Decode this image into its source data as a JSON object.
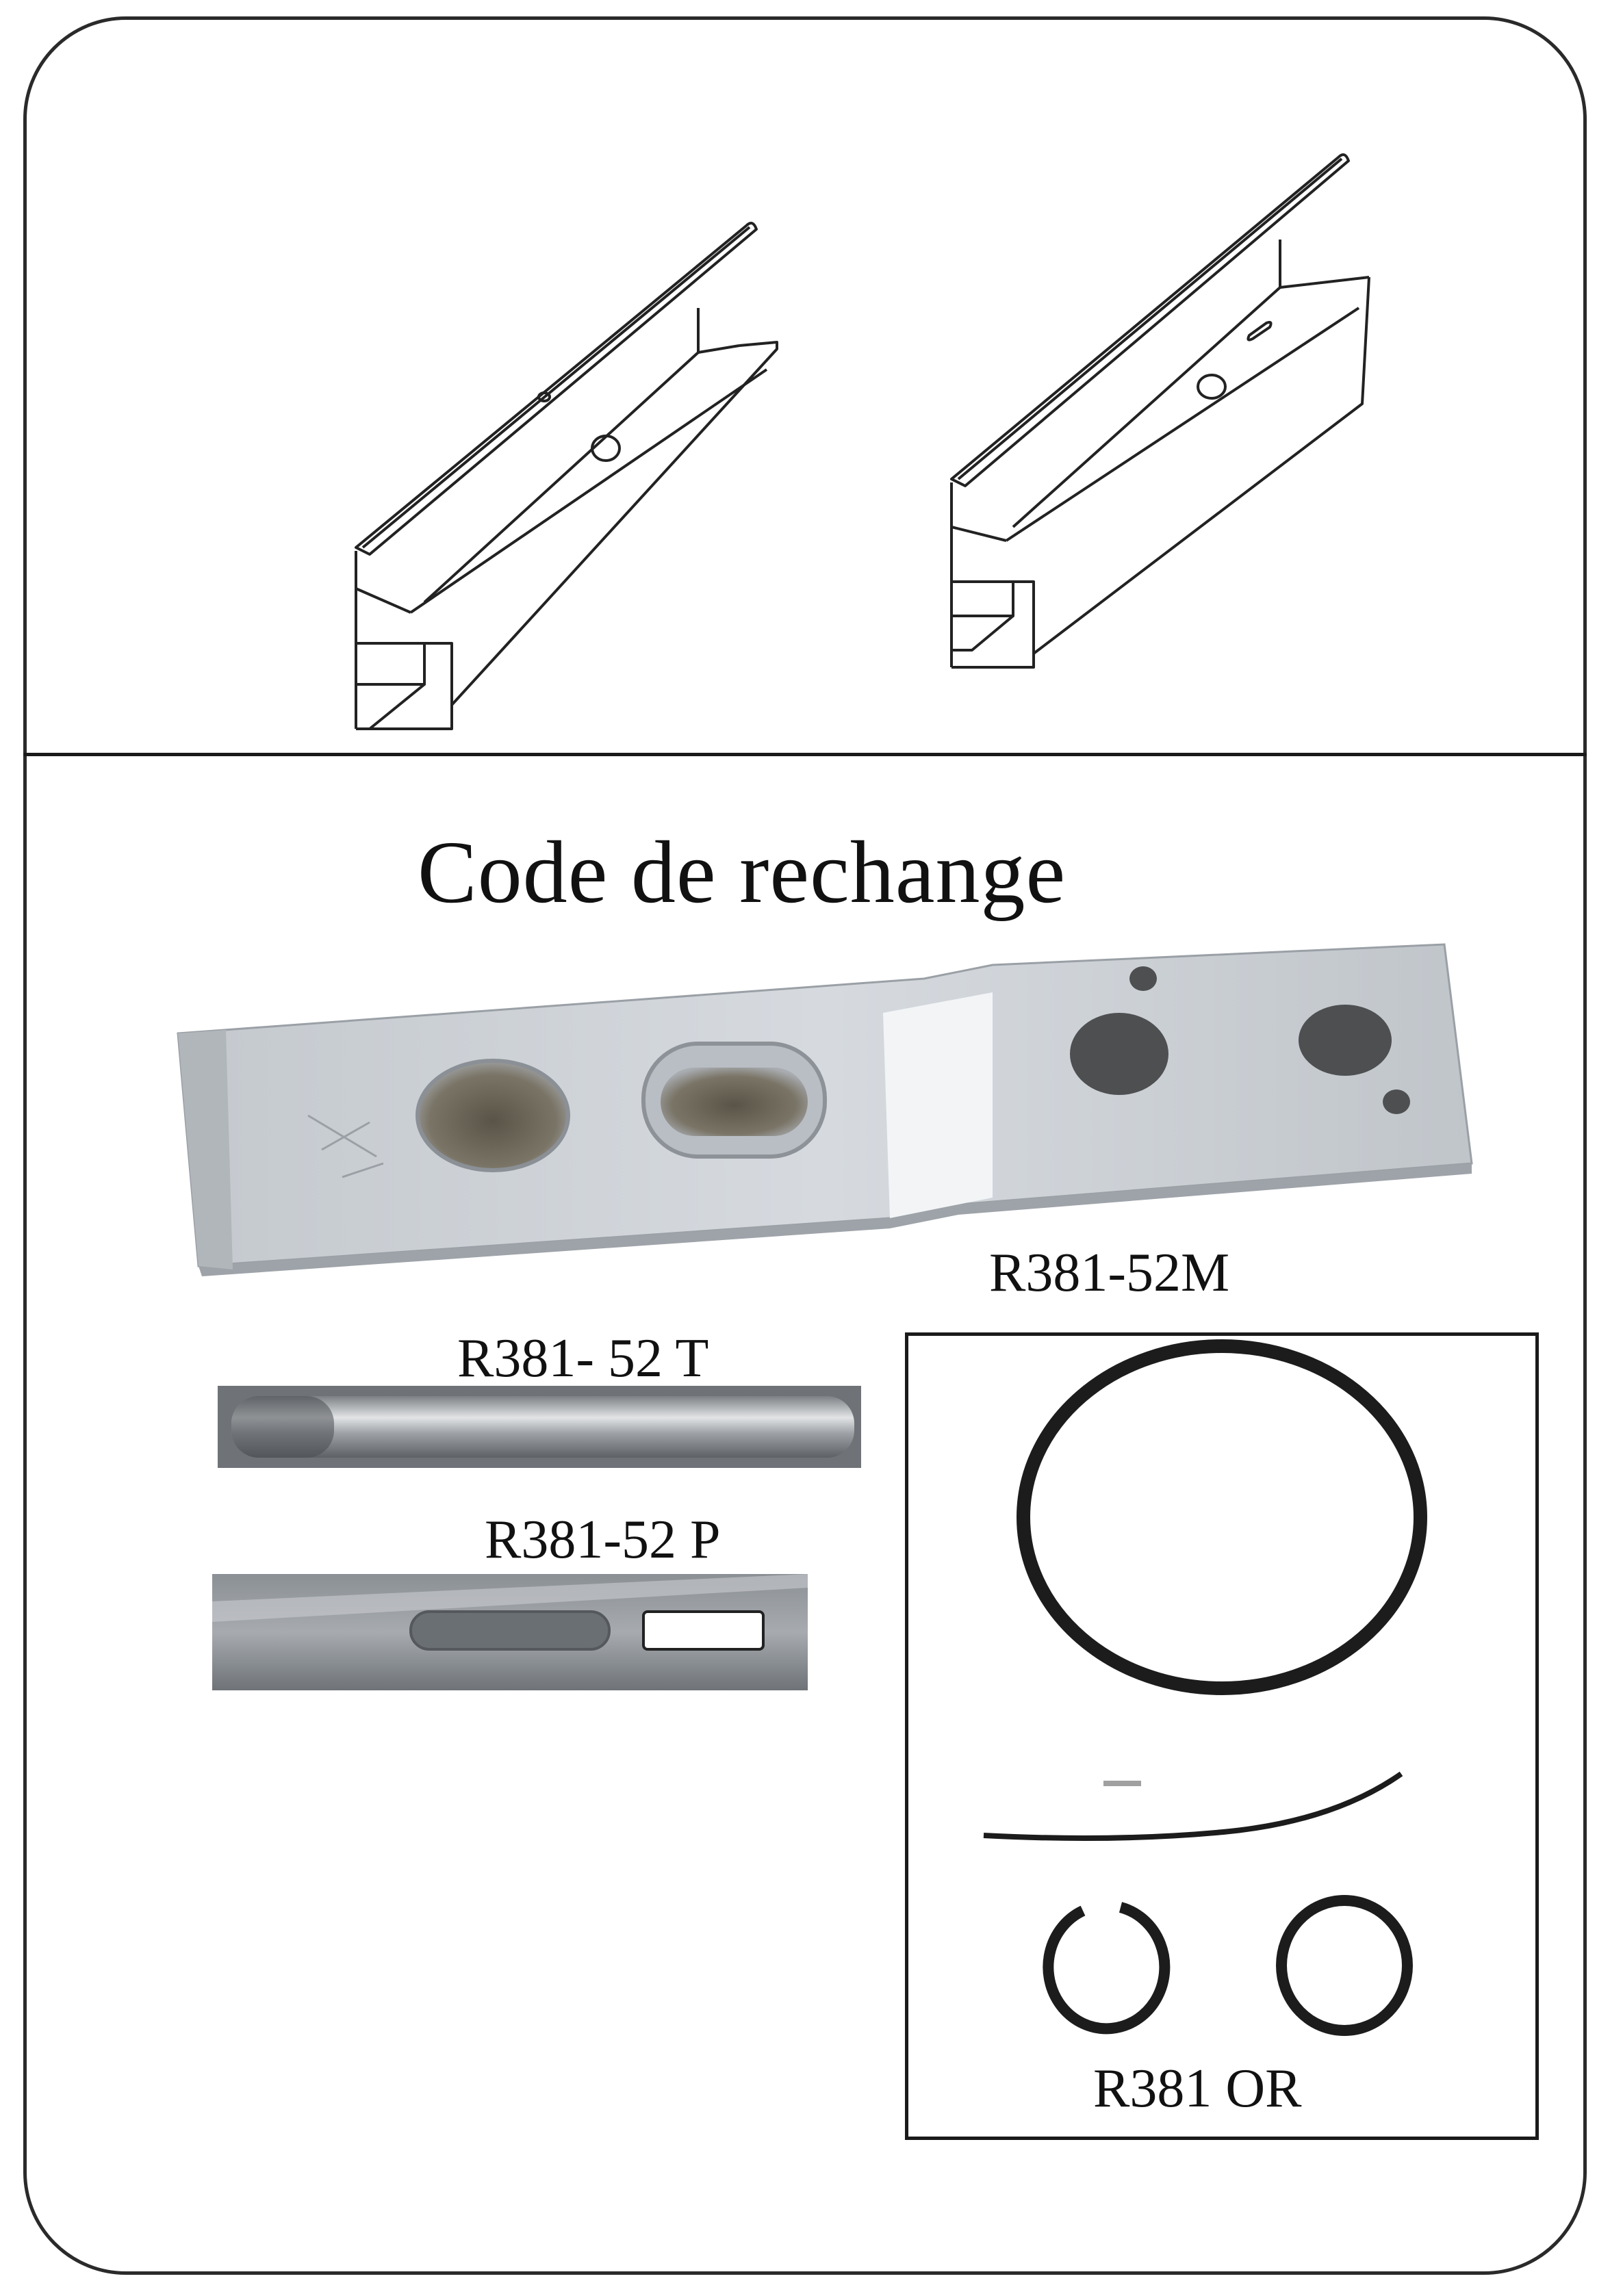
{
  "heading": "Code de rechange",
  "parts": {
    "body": {
      "code": "R381-52M"
    },
    "pin": {
      "code": "R381- 52  T"
    },
    "plate": {
      "code": "R381-52  P"
    },
    "orings": {
      "code": "R381 OR"
    }
  },
  "colors": {
    "line": "#1a1a1a",
    "metal_light": "#d7dade",
    "metal_mid": "#aeb3b8",
    "metal_dark": "#6f7378",
    "rubber": "#1c1c1c"
  }
}
